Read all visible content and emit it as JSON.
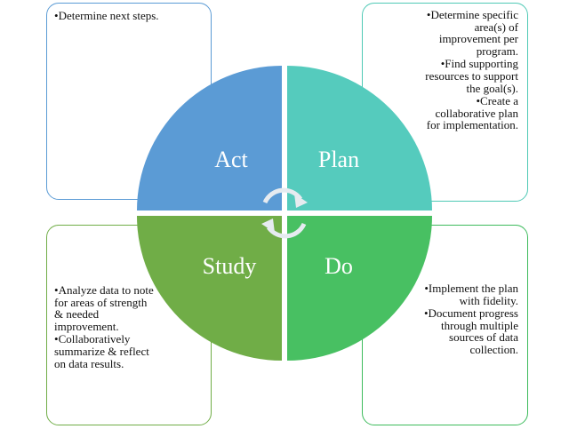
{
  "quadrants": {
    "act": {
      "label": "Act",
      "color": "#5b9bd5"
    },
    "plan": {
      "label": "Plan",
      "color": "#55cbbd"
    },
    "study": {
      "label": "Study",
      "color": "#70ad47"
    },
    "do": {
      "label": "Do",
      "color": "#48c062"
    }
  },
  "boxes": {
    "act": {
      "items": [
        "Determine next steps."
      ]
    },
    "plan": {
      "items": [
        "Determine specific area(s) of improvement per program.",
        "Find supporting resources to support the goal(s).",
        "Create a collaborative plan for implementation."
      ]
    },
    "study": {
      "items": [
        "Analyze data to note for areas of strength & needed improvement.",
        "Collaboratively summarize & reflect on data results."
      ]
    },
    "do": {
      "items": [
        "Implement the plan with fidelity.",
        "Document progress through multiple sources of data collection."
      ]
    }
  },
  "icons": {
    "center": "cycle-arrows-icon"
  }
}
